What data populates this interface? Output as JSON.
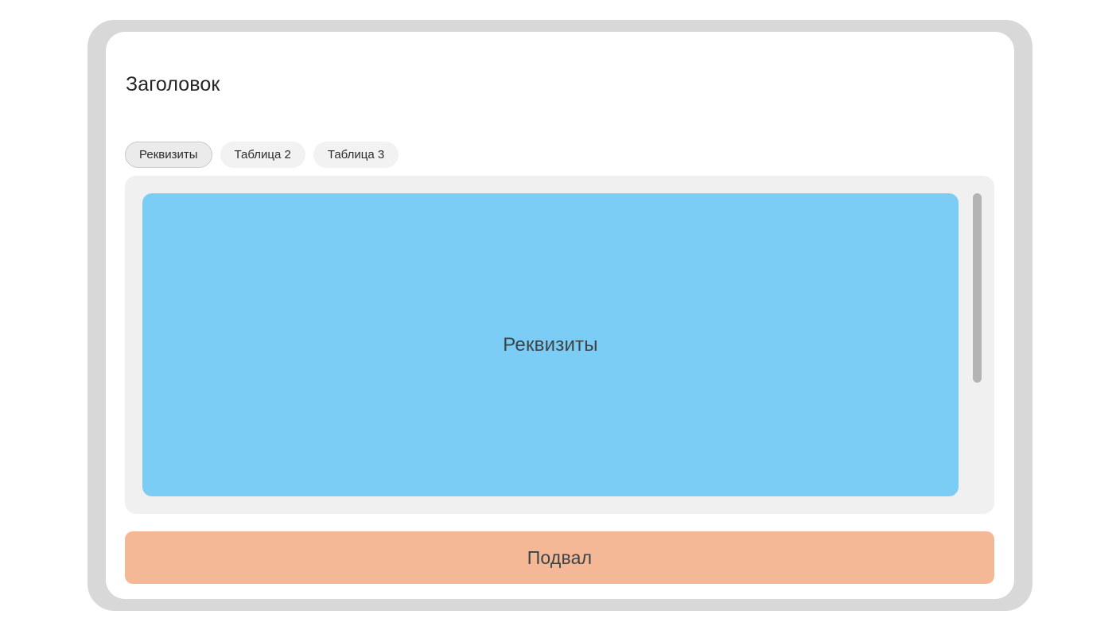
{
  "window": {
    "frame_color": "#d8d8d8",
    "card_color": "#ffffff"
  },
  "header": {
    "title": "Заголовок"
  },
  "tabs": {
    "active_index": 0,
    "items": [
      {
        "label": "Реквизиты",
        "active": true
      },
      {
        "label": "Таблица 2",
        "active": false
      },
      {
        "label": "Таблица 3",
        "active": false
      }
    ]
  },
  "content": {
    "panel_label": "Реквизиты",
    "panel_color": "#7ccdf5",
    "region_color": "#f0f0f0",
    "scrollbar": {
      "thumb_color": "#b4b4b4",
      "thumb_name": "vertical-scrollbar-thumb"
    }
  },
  "footer": {
    "label": "Подвал",
    "color": "#f4b896"
  }
}
